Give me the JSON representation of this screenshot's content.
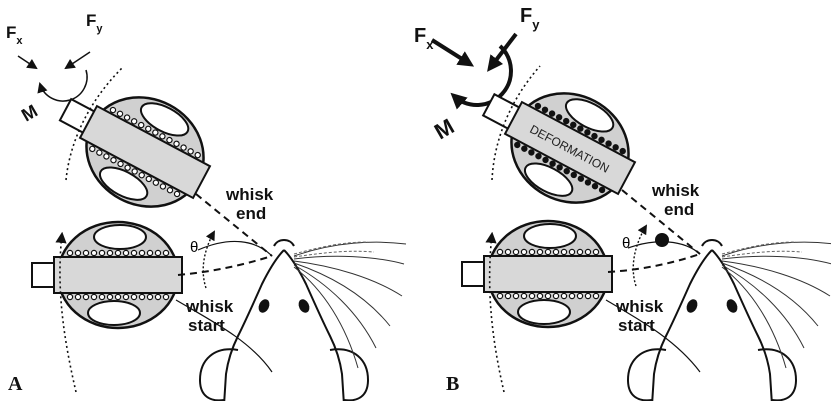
{
  "panels": [
    {
      "letter": "A",
      "force_x": "F",
      "force_x_sub": "x",
      "force_y": "F",
      "force_y_sub": "y",
      "moment": "M",
      "whisk_end": [
        "whisk",
        "end"
      ],
      "whisk_start": [
        "whisk",
        "start"
      ],
      "angle": "θ"
    },
    {
      "letter": "B",
      "force_x": "F",
      "force_x_sub": "x",
      "force_y": "F",
      "force_y_sub": "y",
      "moment": "M",
      "deformation": "DEFORMATION",
      "whisk_end": [
        "whisk",
        "end"
      ],
      "whisk_start": [
        "whisk",
        "start"
      ],
      "angle": "θ"
    }
  ]
}
